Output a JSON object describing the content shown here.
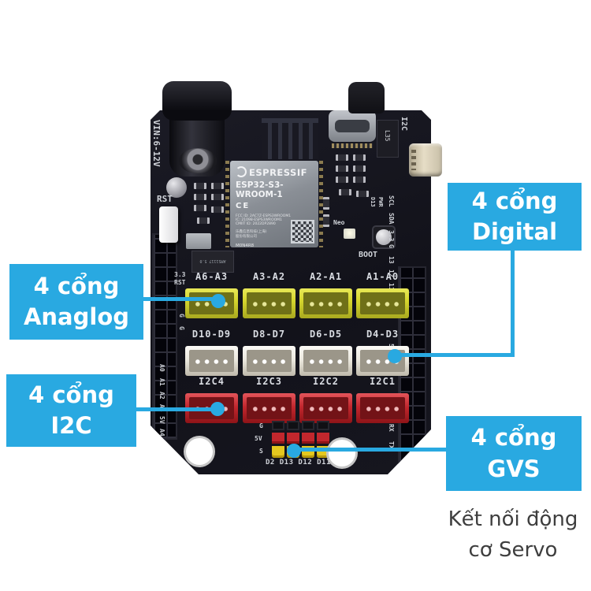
{
  "colors": {
    "accent": "#29a9e1",
    "board": "#15151d",
    "conn_yellow": "#d6d62e",
    "conn_white": "#ece9df",
    "conn_red": "#c2272e",
    "pin_red": "#c1272d",
    "pin_yellow": "#e5c81f",
    "note_text": "#3e3e3e"
  },
  "callouts": {
    "analog": {
      "line1": "4 cổng",
      "line2": "Anaglog"
    },
    "digital": {
      "line1": "4 cổng",
      "line2": "Digital"
    },
    "i2c": {
      "line1": "4 cổng",
      "line2": "I2C"
    },
    "gvs": {
      "line1": "4 cổng",
      "line2": "GVS"
    }
  },
  "servo_note": {
    "line1": "Kết nối động",
    "line2": "cơ Servo"
  },
  "board": {
    "vin_label": "VIN:6-12V",
    "rst_label": "RST",
    "boot_label": "BOOT",
    "neo_label": "Neo",
    "i2c_side_label": "I2C",
    "l35_label": "L35",
    "pwr_label": "PWR",
    "d13_label": "D13",
    "regulator_label": "AMS1117 5.0",
    "module": {
      "brand": "ESPRESSIF",
      "model": "ESP32-S3-WROOM-1",
      "ce": "CE",
      "fcc": "FCC ID: 2AC7Z-ESPS3WROOM1",
      "ic": "IC: 21098-ESPS3WROOM1",
      "cmiit": "CMIIT ID: 2022DP2890",
      "cn1": "乐鑫信息科技(上海)",
      "cn2": "股份有限公司",
      "serial": "M0N4R8"
    },
    "rows": {
      "analog": {
        "labels": [
          "A6-A3",
          "A3-A2",
          "A2-A1",
          "A1-A0"
        ]
      },
      "digital": {
        "labels": [
          "D10-D9",
          "D8-D7",
          "D6-D5",
          "D4-D3"
        ]
      },
      "i2c": {
        "labels": [
          "I2C4",
          "I2C3",
          "I2C2",
          "I2C1"
        ]
      }
    },
    "gvs": {
      "pin_labels": [
        "G",
        "5V",
        "S"
      ],
      "bottom_label": "D2 D13 D12 D11"
    },
    "left_rail": [
      "3.3",
      "RST",
      "G",
      "G",
      "A0",
      "A1",
      "A2",
      "A3",
      "5V",
      "A4",
      "A5"
    ],
    "right_rail": [
      "SCL",
      "SDA",
      "3.3",
      "G",
      "13",
      "12",
      "11",
      "8",
      "5",
      "4",
      "RX",
      "TX"
    ]
  }
}
